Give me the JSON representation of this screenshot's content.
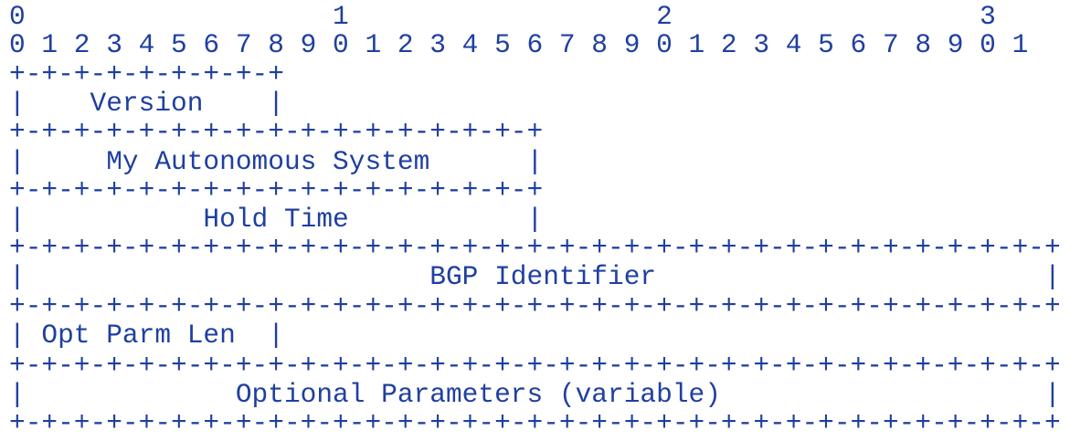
{
  "diagram": {
    "lines": [
      "0                   1                   2                   3",
      "0 1 2 3 4 5 6 7 8 9 0 1 2 3 4 5 6 7 8 9 0 1 2 3 4 5 6 7 8 9 0 1",
      "+-+-+-+-+-+-+-+-+",
      "|    Version    |",
      "+-+-+-+-+-+-+-+-+-+-+-+-+-+-+-+-+",
      "|     My Autonomous System      |",
      "+-+-+-+-+-+-+-+-+-+-+-+-+-+-+-+-+",
      "|           Hold Time           |",
      "+-+-+-+-+-+-+-+-+-+-+-+-+-+-+-+-+-+-+-+-+-+-+-+-+-+-+-+-+-+-+-+-+",
      "|                         BGP Identifier                        |",
      "+-+-+-+-+-+-+-+-+-+-+-+-+-+-+-+-+-+-+-+-+-+-+-+-+-+-+-+-+-+-+-+-+",
      "| Opt Parm Len  |",
      "+-+-+-+-+-+-+-+-+-+-+-+-+-+-+-+-+-+-+-+-+-+-+-+-+-+-+-+-+-+-+-+-+",
      "|             Optional Parameters (variable)                    |",
      "+-+-+-+-+-+-+-+-+-+-+-+-+-+-+-+-+-+-+-+-+-+-+-+-+-+-+-+-+-+-+-+-+"
    ]
  }
}
